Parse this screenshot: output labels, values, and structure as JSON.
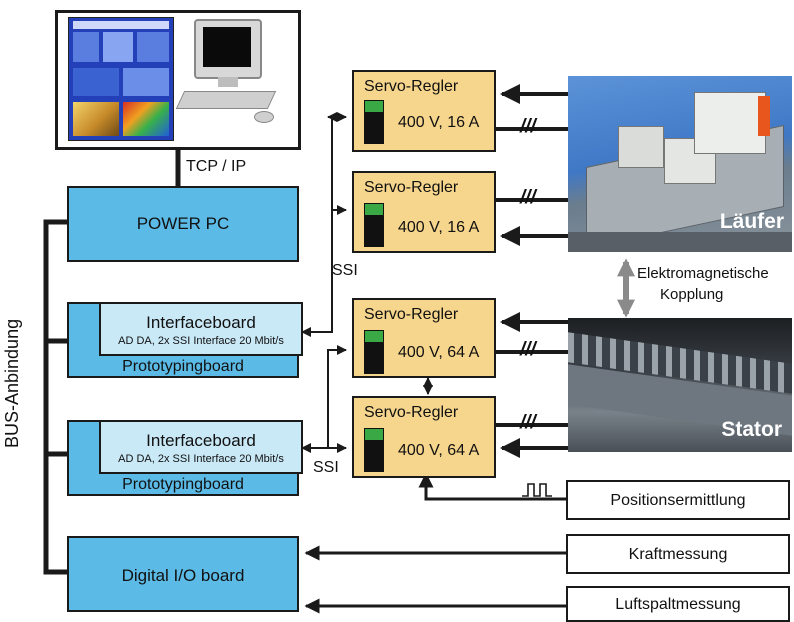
{
  "top_link": "TCP / IP",
  "bus_label": "BUS-Anbindung",
  "power_pc": "POWER PC",
  "boards": [
    {
      "interface_title": "Interfaceboard",
      "interface_sub": "AD DA, 2x SSI Interface 20 Mbit/s",
      "proto": "Prototypingboard"
    },
    {
      "interface_title": "Interfaceboard",
      "interface_sub": "AD DA, 2x SSI Interface 20 Mbit/s",
      "proto": "Prototypingboard"
    }
  ],
  "digital_io": "Digital I/O board",
  "ssi_labels": [
    "SSI",
    "SSI"
  ],
  "servos": [
    {
      "title": "Servo-Regler",
      "rating": "400 V, 16 A",
      "level": 0.25
    },
    {
      "title": "Servo-Regler",
      "rating": "400 V, 16 A",
      "level": 0.25
    },
    {
      "title": "Servo-Regler",
      "rating": "400 V, 64 A",
      "level": 0.25
    },
    {
      "title": "Servo-Regler",
      "rating": "400 V, 64 A",
      "level": 0.25
    }
  ],
  "photo_labels": {
    "laeufer": "Läufer",
    "stator": "Stator"
  },
  "coupling": [
    "Elektromagnetische",
    "Kopplung"
  ],
  "sensors": [
    "Positionsermittlung",
    "Kraftmessung",
    "Luftspaltmessung"
  ],
  "phase_mark": "///",
  "colors": {
    "board_blue": "#5bbbe6",
    "board_inner": "#c9e9f7",
    "servo_fill": "#f6d58c",
    "gauge_green": "#39a845"
  }
}
